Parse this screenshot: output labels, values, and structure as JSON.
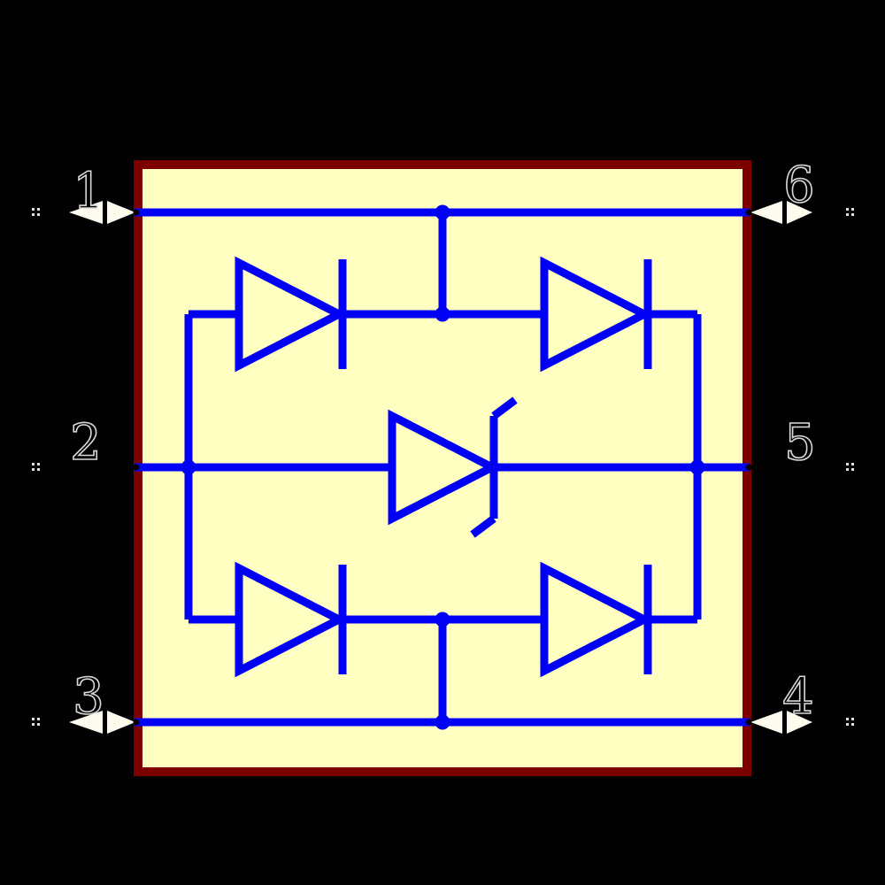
{
  "colors": {
    "background": "#000000",
    "body_fill": "#FFFFC2",
    "body_border": "#7C0000",
    "wire": "#0000F5",
    "arrow": "#FFFAEE",
    "number_outline": "#D8D8D8",
    "marker": "#E0E0E0"
  },
  "schematic": {
    "pin_count": "6",
    "pins": [
      {
        "number": "1",
        "side": "left",
        "position": "top",
        "has_arrow": true,
        "marker": "::"
      },
      {
        "number": "2",
        "side": "left",
        "position": "middle",
        "has_arrow": false,
        "marker": "::"
      },
      {
        "number": "3",
        "side": "left",
        "position": "bottom",
        "has_arrow": true,
        "marker": "::"
      },
      {
        "number": "4",
        "side": "right",
        "position": "bottom",
        "has_arrow": true,
        "marker": "::"
      },
      {
        "number": "5",
        "side": "right",
        "position": "middle",
        "has_arrow": false,
        "marker": "::"
      },
      {
        "number": "6",
        "side": "right",
        "position": "top",
        "has_arrow": true,
        "marker": "::"
      }
    ],
    "devices": [
      {
        "name": "top-left-diode",
        "kind": "diode",
        "direction": "right"
      },
      {
        "name": "top-right-diode",
        "kind": "diode",
        "direction": "right"
      },
      {
        "name": "center-zener-diode",
        "kind": "zener",
        "direction": "right"
      },
      {
        "name": "bottom-left-diode",
        "kind": "diode",
        "direction": "right"
      },
      {
        "name": "bottom-right-diode",
        "kind": "diode",
        "direction": "right"
      }
    ],
    "junction_count": "6"
  }
}
